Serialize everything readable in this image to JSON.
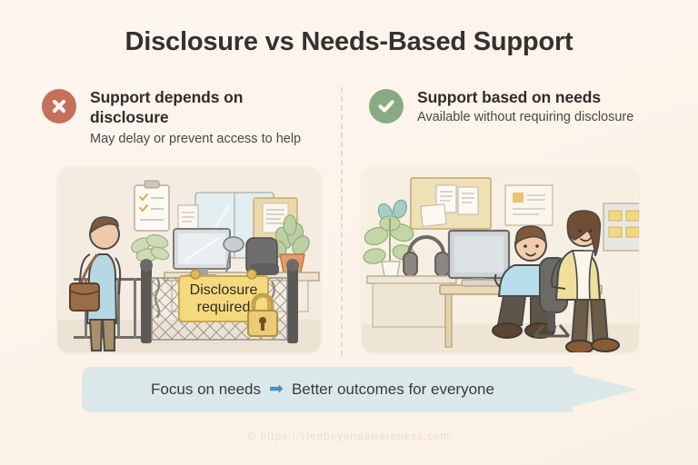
{
  "page": {
    "title": "Disclosure vs Needs-Based Support",
    "background_color": "#fdf4ec",
    "watermark": "© https://stepbeyondawareness.com"
  },
  "columns": {
    "left": {
      "icon": "x-circle-icon",
      "icon_color": "#c5705a",
      "title": "Support depends on disclosure",
      "subtitle": "May delay or prevent access to help",
      "illustration": {
        "name": "blocked-service-desk-illustration",
        "sign_line1": "Disclosure",
        "sign_line2": "required",
        "sign_color": "#f5d97e",
        "elements": [
          "person-with-shoulder-bag",
          "chain-link-barrier",
          "padlock",
          "service-desk",
          "computer-monitor",
          "office-chair",
          "potted-plant",
          "clipboard-checklist",
          "window"
        ]
      }
    },
    "right": {
      "icon": "check-circle-icon",
      "icon_color": "#88ab83",
      "title": "Support based on needs",
      "subtitle": "Available without requiring disclosure",
      "illustration": {
        "name": "collaborative-support-desk-illustration",
        "elements": [
          "seated-person-at-computer",
          "standing-helper-in-yellow-cardigan",
          "desk",
          "computer-monitor",
          "keyboard",
          "office-chair",
          "headphones",
          "potted-plant",
          "noticeboard-with-papers",
          "sticky-notes-board"
        ]
      }
    }
  },
  "banner": {
    "text_before": "Focus on needs",
    "arrow_glyph": "➡",
    "text_after": "Better outcomes for everyone",
    "fill_color": "#dbe8ea"
  }
}
